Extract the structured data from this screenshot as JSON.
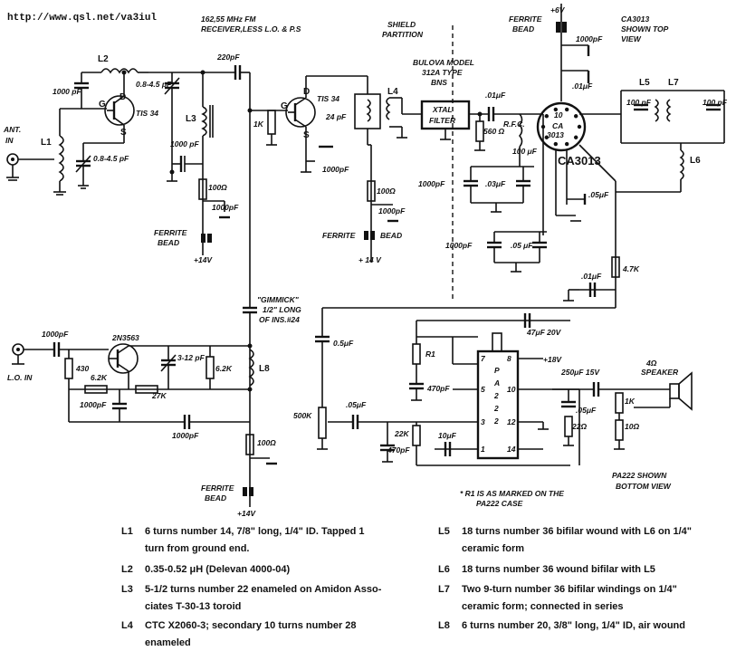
{
  "header": {
    "url": "http://www.qsl.net/va3iul",
    "title_line1": "162,55 MHz FM",
    "title_line2": "RECEIVER,LESS L.O. & P.S"
  },
  "labels": {
    "shield": [
      "SHIELD",
      "PARTITION"
    ],
    "bulova": [
      "BULOVA MODEL",
      "312A TYPE",
      "BNS"
    ],
    "xtal": [
      "XTAL",
      "FILTER"
    ],
    "ca3013_note": [
      "CA3013",
      "SHOWN TOP",
      "VIEW"
    ],
    "pa222_note": [
      "PA222 SHOWN",
      "BOTTOM VIEW"
    ],
    "r1_note": [
      "* R1 IS AS MARKED ON THE",
      "PA222 CASE"
    ],
    "gimmick": [
      "\"GIMMICK\"",
      "1/2\" LONG",
      "OF INS.#24"
    ],
    "ant": [
      "ANT.",
      "IN"
    ],
    "lo_in": "L.O. IN",
    "speaker": [
      "4Ω",
      "SPEAKER"
    ],
    "ferrite": [
      "FERRITE",
      "BEAD"
    ],
    "ferrite_bead_inline": [
      "FERRITE",
      "BEAD"
    ],
    "supply_6v": "+6V",
    "supply_14v": "+14V",
    "supply_14v_b": "+ 14 V",
    "supply_18v": "+18V",
    "ca3013_big": "CA3013",
    "ca_inner": [
      "10",
      "CA",
      "3013"
    ],
    "pa222_chip": [
      "P",
      "A",
      "2",
      "2",
      "2"
    ]
  },
  "parts": {
    "l1": "L1",
    "l2": "L2",
    "l3": "L3",
    "l4": "L4",
    "l5": "L5",
    "l6": "L6",
    "l7": "L7",
    "l8": "L8",
    "tis34_a": "TIS 34",
    "tis34_b": "TIS 34",
    "q3": "2N3563",
    "d": "D",
    "g": "G",
    "s": "S",
    "c_1000pf": "1000 pF",
    "c_08_45": "0.8-4.5 pF",
    "c_08_45_b": "0.8-4.5 pF",
    "c_220pf": "220pF",
    "c_1000pf_b": "1000 pF",
    "r_100": "100Ω",
    "c_1000pf_c": "1000pF",
    "r_1k": "1K",
    "c_24pf": "24 pF",
    "c_1000pf_d": "1000pF",
    "r_100_b": "100Ω",
    "c_1000pf_e": "1000pF",
    "c_01uf": ".01μF",
    "rfc": "R.F.C.",
    "r_560": "560 Ω",
    "c_100uf": "100 μF",
    "c_1000pf_f": "1000pF",
    "c_03uf": ".03μF",
    "c_1000pf_g": "1000pF",
    "c_05uf": ".05 μF",
    "c_1000pf_h": "1000pF",
    "c_01uf_b": ".01μF",
    "c_05uf_b": ".05μF",
    "c_01uf_c": ".01μF",
    "r_47k": "4.7K",
    "c_100pf_a": "100 pF",
    "c_100pf_b": "100 pF",
    "c_1000pf_lo": "1000pF",
    "r_430": "430",
    "r_62k": "6.2K",
    "c_3_12": "3-12 pF",
    "r_62k_b": "6.2K",
    "r_27k": "27K",
    "c_1000pf_lo2": "1000pF",
    "c_1000pf_lo3": "1000pF",
    "r_100_lo": "100Ω",
    "c_05uf_c": "0.5μF",
    "r_500k": "500K",
    "c_05uf_d": ".05μF",
    "r_22k": "22K",
    "c_470pf": "470pF",
    "c_10uf": "10μF",
    "r1": "R1",
    "c_470pf_b": "470pF",
    "c_47uf": "47μF 20V",
    "c_250uf": "250μF 15V",
    "c_05uf_e": ".05μF",
    "r_22": "22Ω",
    "r_1k_b": "1K",
    "r_10": "10Ω",
    "pins": [
      "7",
      "8",
      "5",
      "10",
      "3",
      "12",
      "1",
      "14"
    ]
  },
  "notes": [
    {
      "id": "L1",
      "lines": [
        "6 turns number 14, 7/8\" long, 1/4\" ID. Tapped 1",
        "turn from ground end."
      ]
    },
    {
      "id": "L2",
      "lines": [
        "0.35-0.52 μH (Delevan 4000-04)"
      ]
    },
    {
      "id": "L3",
      "lines": [
        "5-1/2 turns number 22 enameled on Amidon Asso-",
        "ciates T-30-13 toroid"
      ]
    },
    {
      "id": "L4",
      "lines": [
        "CTC X2060-3; secondary 10 turns number 28",
        "enameled"
      ]
    },
    {
      "id": "L5",
      "lines": [
        "18 turns number 36 bifilar wound with L6 on 1/4\"",
        "ceramic form"
      ]
    },
    {
      "id": "L6",
      "lines": [
        "18 turns number 36 wound bifilar with L5"
      ]
    },
    {
      "id": "L7",
      "lines": [
        "Two 9-turn number 36 bifilar windings on 1/4\"",
        "ceramic form; connected in series"
      ]
    },
    {
      "id": "L8",
      "lines": [
        "6 turns number 20, 3/8\" long, 1/4\" ID, air wound"
      ]
    }
  ]
}
